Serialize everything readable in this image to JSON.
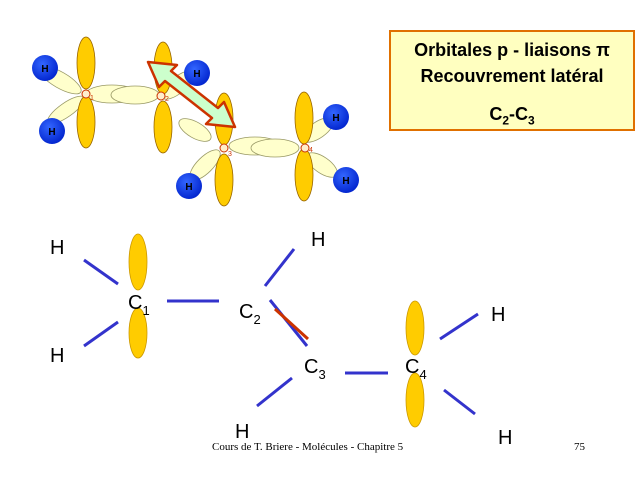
{
  "title": {
    "line1": "Orbitales p - liaisons π",
    "line2": "Recouvrement latéral",
    "bond_atom1": "C",
    "bond_sub1": "2",
    "bond_sep": "-C",
    "bond_sub2": "3"
  },
  "model_3d": {
    "hydrogen_label": "H",
    "carbon_labels": [
      "1",
      "2",
      "3",
      "4"
    ]
  },
  "schema": {
    "h_label": "H",
    "c_letter": "C",
    "carbons": [
      "1",
      "2",
      "3",
      "4"
    ]
  },
  "footer": "Cours de T. Briere - Molécules - Chapitre 5",
  "page_number": "75",
  "colors": {
    "orbital": "#ffcc00",
    "sigma_lobe": "#ffffcc",
    "hydrogen": "#0033ff",
    "bond": "#3333cc",
    "pi_bond": "#cc3300",
    "arrow_fill": "#ccffcc",
    "arrow_stroke": "#cc3300"
  }
}
